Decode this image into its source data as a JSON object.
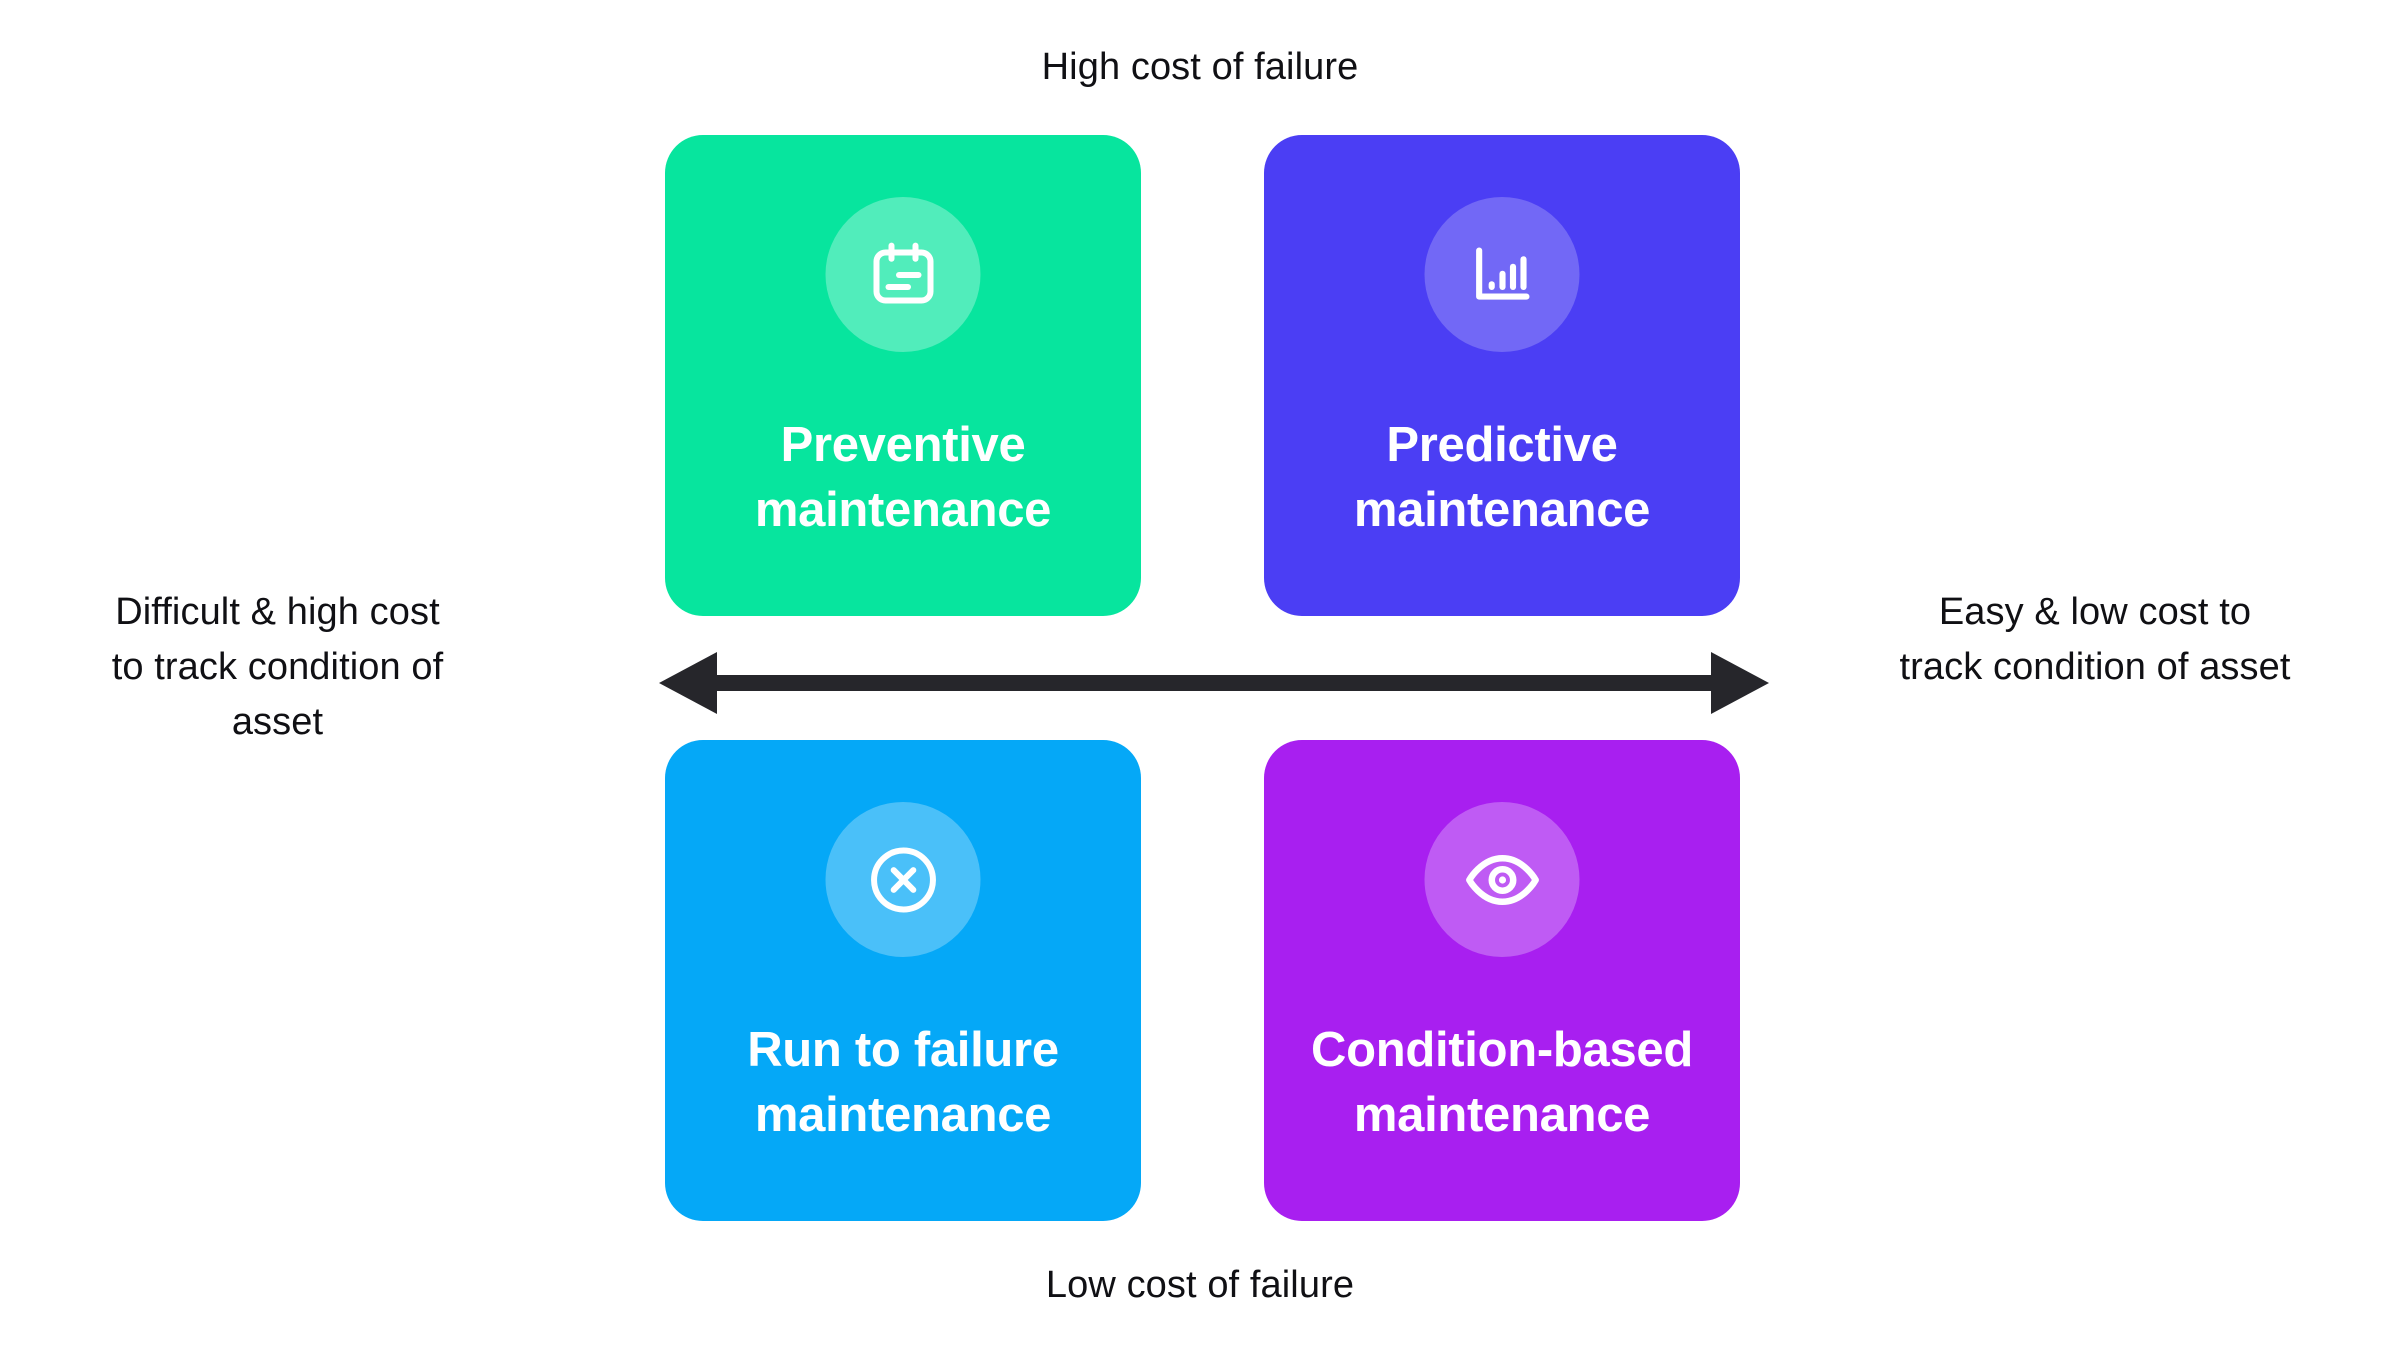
{
  "axes": {
    "top_label": "High cost of failure",
    "bottom_label": "Low cost of failure",
    "left_label": "Difficult & high cost to track condition of asset",
    "right_label": "Easy & low cost to track condition of asset"
  },
  "arrow": {
    "name": "horizontal-double-arrow",
    "color": "#26262b",
    "direction": "both"
  },
  "quadrants": [
    {
      "id": "preventive",
      "title": "Preventive maintenance",
      "icon": "calendar-icon",
      "color": "#07e59e",
      "icon_circle_color": "rgba(255,255,255,0.30)",
      "position": "top-left"
    },
    {
      "id": "predictive",
      "title": "Predictive maintenance",
      "icon": "bar-chart-icon",
      "color": "#4b3ef4",
      "icon_circle_color": "rgba(255,255,255,0.22)",
      "position": "top-right"
    },
    {
      "id": "run-to-failure",
      "title": "Run to failure maintenance",
      "icon": "x-circle-icon",
      "color": "#05a8f7",
      "icon_circle_color": "rgba(255,255,255,0.28)",
      "position": "bottom-left"
    },
    {
      "id": "condition-based",
      "title": "Condition-based maintenance",
      "icon": "eye-icon",
      "color": "#a81ff0",
      "icon_circle_color": "rgba(255,255,255,0.27)",
      "position": "bottom-right"
    }
  ],
  "text_color": "#101014",
  "title_color": "#ffffff",
  "background": "#ffffff"
}
